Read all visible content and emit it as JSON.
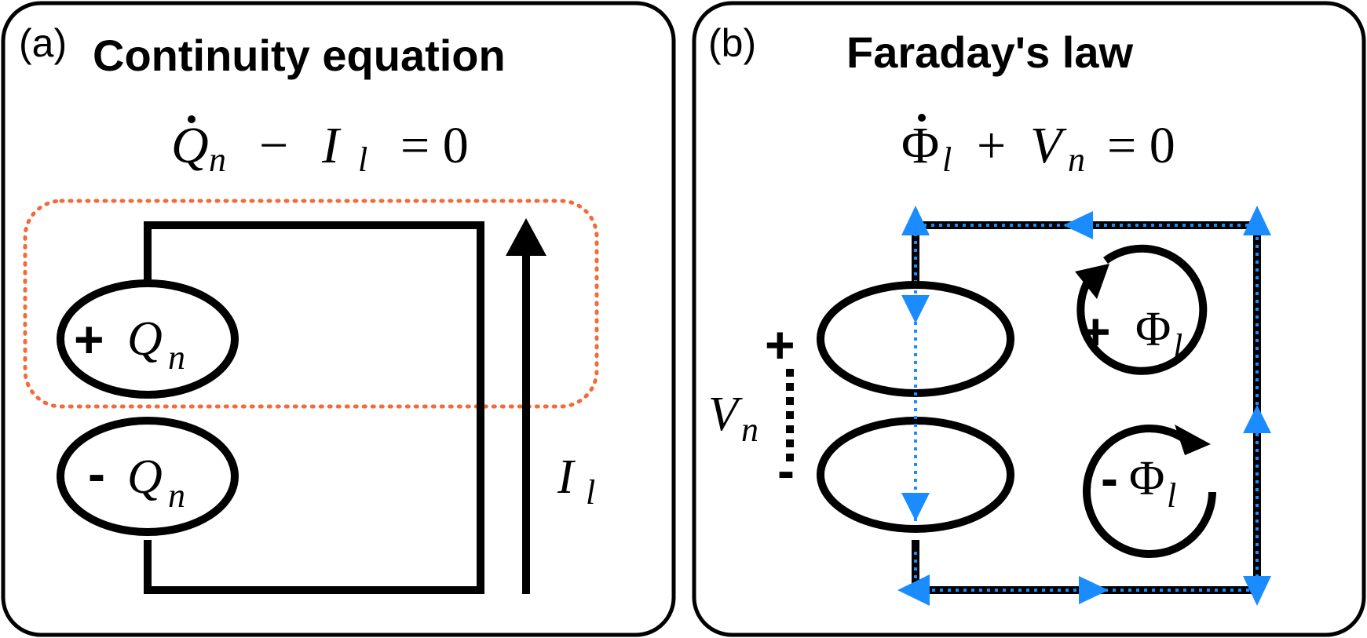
{
  "panel_a": {
    "tag": "(a)",
    "title": "Continuity equation",
    "equation": {
      "q_sym": "Q",
      "q_sub": "n",
      "minus": "−",
      "i_sym": "I",
      "i_sub": "l",
      "rhs": "= 0"
    },
    "top_node": {
      "sign": "+",
      "sym": "Q",
      "sub": "n"
    },
    "bottom_node": {
      "sign": "-",
      "sym": "Q",
      "sub": "n"
    },
    "current": {
      "sym": "I",
      "sub": "l"
    }
  },
  "panel_b": {
    "tag": "(b)",
    "title": "Faraday's law",
    "equation": {
      "phi_sym": "Φ",
      "phi_sub": "l",
      "plus": "+",
      "v_sym": "V",
      "v_sub": "n",
      "rhs": "= 0"
    },
    "voltage": {
      "plus": "+",
      "minus": "-",
      "sym": "V",
      "sub": "n"
    },
    "flux_top": {
      "sign": "+",
      "sym": "Φ",
      "sub": "l"
    },
    "flux_bottom": {
      "sign": "-",
      "sym": "Φ",
      "sub": "l"
    }
  },
  "colors": {
    "ink": "#000000",
    "orange_dotted": "#f26b3a",
    "blue": "#1a8cff"
  }
}
